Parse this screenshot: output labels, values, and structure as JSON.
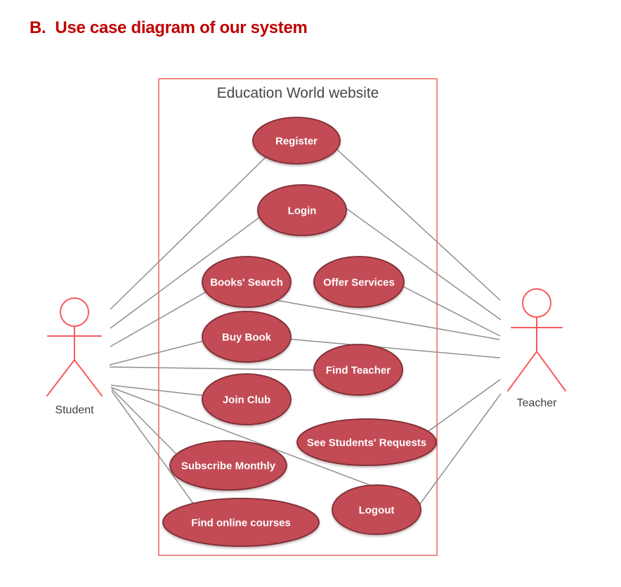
{
  "page": {
    "heading_prefix": "B.",
    "heading_text": "Use case diagram of our system"
  },
  "diagram": {
    "system": {
      "label": "Education World website"
    },
    "actors": [
      {
        "id": "student",
        "label": "Student"
      },
      {
        "id": "teacher",
        "label": "Teacher"
      }
    ],
    "use_cases": [
      {
        "id": "register",
        "label": "Register"
      },
      {
        "id": "login",
        "label": "Login"
      },
      {
        "id": "books-search",
        "label": "Books' Search"
      },
      {
        "id": "offer-services",
        "label": "Offer Services"
      },
      {
        "id": "buy-book",
        "label": "Buy Book"
      },
      {
        "id": "find-teacher",
        "label": "Find Teacher"
      },
      {
        "id": "join-club",
        "label": "Join Club"
      },
      {
        "id": "see-students-requests",
        "label": "See Students' Requests"
      },
      {
        "id": "subscribe-monthly",
        "label": "Subscribe Monthly"
      },
      {
        "id": "logout",
        "label": "Logout"
      },
      {
        "id": "find-online-courses",
        "label": "Find online courses"
      }
    ],
    "connections": [
      {
        "from": "student",
        "to": "register"
      },
      {
        "from": "student",
        "to": "login"
      },
      {
        "from": "student",
        "to": "books-search"
      },
      {
        "from": "student",
        "to": "find-teacher"
      },
      {
        "from": "student",
        "to": "buy-book"
      },
      {
        "from": "student",
        "to": "join-club"
      },
      {
        "from": "student",
        "to": "logout"
      },
      {
        "from": "student",
        "to": "subscribe-monthly"
      },
      {
        "from": "student",
        "to": "find-online-courses"
      },
      {
        "from": "teacher",
        "to": "register"
      },
      {
        "from": "teacher",
        "to": "login"
      },
      {
        "from": "teacher",
        "to": "offer-services"
      },
      {
        "from": "teacher",
        "to": "books-search"
      },
      {
        "from": "teacher",
        "to": "buy-book"
      },
      {
        "from": "teacher",
        "to": "see-students-requests"
      },
      {
        "from": "teacher",
        "to": "logout"
      }
    ],
    "colors": {
      "heading_text": "#c00000",
      "use_case_fill": "#c24b55",
      "use_case_border": "#7f2d35",
      "use_case_text": "#ffffff",
      "boundary_border": "#f26d6d",
      "actor_stroke": "#f75b5c",
      "connector": "#8f8f8f",
      "label_text": "#3f4245"
    }
  }
}
